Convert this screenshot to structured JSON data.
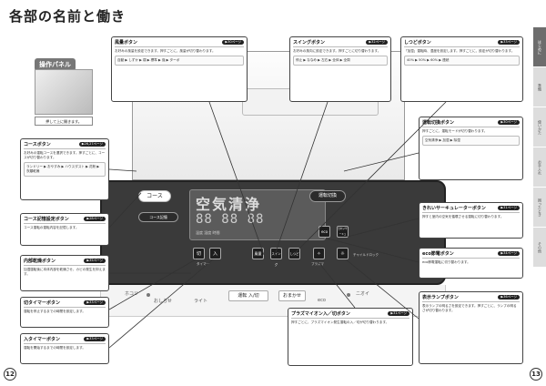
{
  "title": "各部の名前と働き",
  "page_left": "12",
  "page_right": "13",
  "operation_panel": {
    "label": "操作パネル",
    "note": "押して上に開きます。"
  },
  "lcd": {
    "mode": "空気清浄",
    "digits": "88 88 88",
    "sub": "温度 湿度 時間"
  },
  "panel": {
    "course_btn": "コース",
    "airflow_btn": "運転切換",
    "course_save_btn": "コース記憶",
    "btn_kiri": "切",
    "btn_iri": "入",
    "btn_fuuryou": "風量",
    "btn_swing": "スイング",
    "btn_shiyou": "しつど",
    "btn_eco": "eco",
    "btn_kirei": "きれいサーキュ",
    "lbl_timer": "タイマー",
    "lbl_plasma": "プラズマ",
    "lbl_chiru": "チャイルドロック"
  },
  "front": {
    "hokori": "ホコリ",
    "oshirase": "おしらせ",
    "light": "ライト",
    "run": "運転 入/切",
    "omakase": "おまかせ",
    "eco": "eco",
    "nioi": "ニオイ"
  },
  "callouts": {
    "fuuryou": {
      "title": "風量ボタン",
      "page": "▶30ページ",
      "body": "お好みの風量を設定できます。押すごとに、風量が切り替わります。",
      "seq": "自動 ▶ しずか ▶ 弱 ▶ 標準 ▶ 強 ▶ ターボ"
    },
    "swing": {
      "title": "スイングボタン",
      "page": "▶32ページ",
      "body": "お好みの風向に設定できます。押すごとに切り替わります。",
      "seq": "停止 ▶ ななめ ▶ 左右 ▶ 全体 ▶ 全周"
    },
    "shitsudo": {
      "title": "しつどボタン",
      "page": "▶33ページ",
      "body": "「加湿」運転時、湿度を設定します。押すごとに、設定が切り替わります。",
      "seq": "40% ▶ 50% ▶ 60% ▶ 連続"
    },
    "unten": {
      "title": "運転切換ボタン",
      "page": "▶30ページ",
      "body": "押すごとに、運転モードが切り替わります。",
      "seq": "空気清浄 ▶ 加湿 ▶ 除湿"
    },
    "course": {
      "title": "コースボタン",
      "page": "▶26,27ページ",
      "body": "お好みの運転コースを選択できます。押すごとに、コースが切り替わります。",
      "seq": "ランドリー ▶ おやすみ ▶ ハウスダスト ▶ 花粉 ▶ 衣類乾燥"
    },
    "course_save": {
      "title": "コース記憶設定ボタン",
      "page": "▶28ページ",
      "body": "コース運転の運転内容を記憶します。"
    },
    "naibu": {
      "title": "内部乾燥ボタン",
      "page": "▶35ページ",
      "body": "加湿運転後に本体内部を乾燥させ、カビの発生を抑えます。"
    },
    "kiri_timer": {
      "title": "切タイマーボタン",
      "page": "▶33ページ",
      "body": "運転を停止するまでの時間を設定します。"
    },
    "iri_timer": {
      "title": "入タイマーボタン",
      "page": "▶33ページ",
      "body": "運転を開始するまでの時間を設定します。"
    },
    "kirei": {
      "title": "きれいサーキュレーターボタン",
      "page": "▶31ページ",
      "body": "押すと室内の空気を循環させる運転に切り替わります。"
    },
    "eco": {
      "title": "eco節電ボタン",
      "page": "▶34ページ",
      "body": "eco節電運転に切り替わります。"
    },
    "hyouji": {
      "title": "表示ランプボタン",
      "page": "▶36ページ",
      "body": "表示ランプの明るさを設定できます。押すごとに、ランプの明るさが切り替わります。"
    },
    "plasma": {
      "title": "プラズマイオン入／切ボタン",
      "page": "▶31ページ",
      "body": "押すごとに、プラズマイオン発生運転の入／切が切り替わります。"
    }
  },
  "sidebar": [
    "はじめに",
    "準備",
    "使いかた",
    "お手入れ",
    "困ったとき",
    "その他"
  ]
}
